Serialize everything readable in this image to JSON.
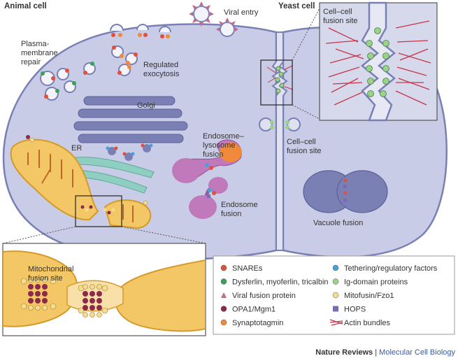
{
  "headers": {
    "animal_cell": "Animal cell",
    "yeast_cell": "Yeast cell"
  },
  "labels": {
    "viral_entry": "Viral entry",
    "plasma_membrane_repair": [
      "Plasma-",
      "membrane",
      "repair"
    ],
    "regulated_exocytosis": [
      "Regulated",
      "exocytosis"
    ],
    "golgi": "Golgi",
    "er": "ER",
    "endosome_lysosome_fusion": [
      "Endosome–",
      "lysosome",
      "fusion"
    ],
    "endosome_fusion": [
      "Endosome",
      "fusion"
    ],
    "cell_cell_fusion_site": [
      "Cell–cell",
      "fusion site"
    ],
    "inset_cell_cell_fusion_site": [
      "Cell–cell",
      "fusion site"
    ],
    "vacuole_fusion": "Vacuole fusion",
    "mitochondrial_fusion_site": [
      "Mitochondrial",
      "fusion site"
    ]
  },
  "legend": {
    "col1": [
      {
        "label": "SNAREs",
        "color": "#e0503a",
        "shape": "circle"
      },
      {
        "label": "Dysferlin, myoferlin, tricalbin",
        "color": "#3aa05a",
        "shape": "circle"
      },
      {
        "label": "Viral fusion protein",
        "color": "#c56a8c",
        "shape": "triangle"
      },
      {
        "label": "OPA1/Mgm1",
        "color": "#8c2a4a",
        "shape": "circle"
      },
      {
        "label": "Synaptotagmin",
        "color": "#f08a3a",
        "shape": "circle"
      }
    ],
    "col2": [
      {
        "label": "Tethering/regulatory factors",
        "color": "#4aa0d8",
        "shape": "circle"
      },
      {
        "label": "Ig-domain proteins",
        "color": "#9ad28a",
        "shape": "circle"
      },
      {
        "label": "Mitofusin/Fzo1",
        "color": "#f4dc90",
        "shape": "circle"
      },
      {
        "label": "HOPS",
        "color": "#7a6cb0",
        "shape": "square"
      },
      {
        "label": "Actin bundles",
        "color": "#c8344a",
        "shape": "actin"
      }
    ]
  },
  "footer": {
    "journal": "Nature Reviews",
    "separator": " | ",
    "section": "Molecular Cell Biology"
  }
}
